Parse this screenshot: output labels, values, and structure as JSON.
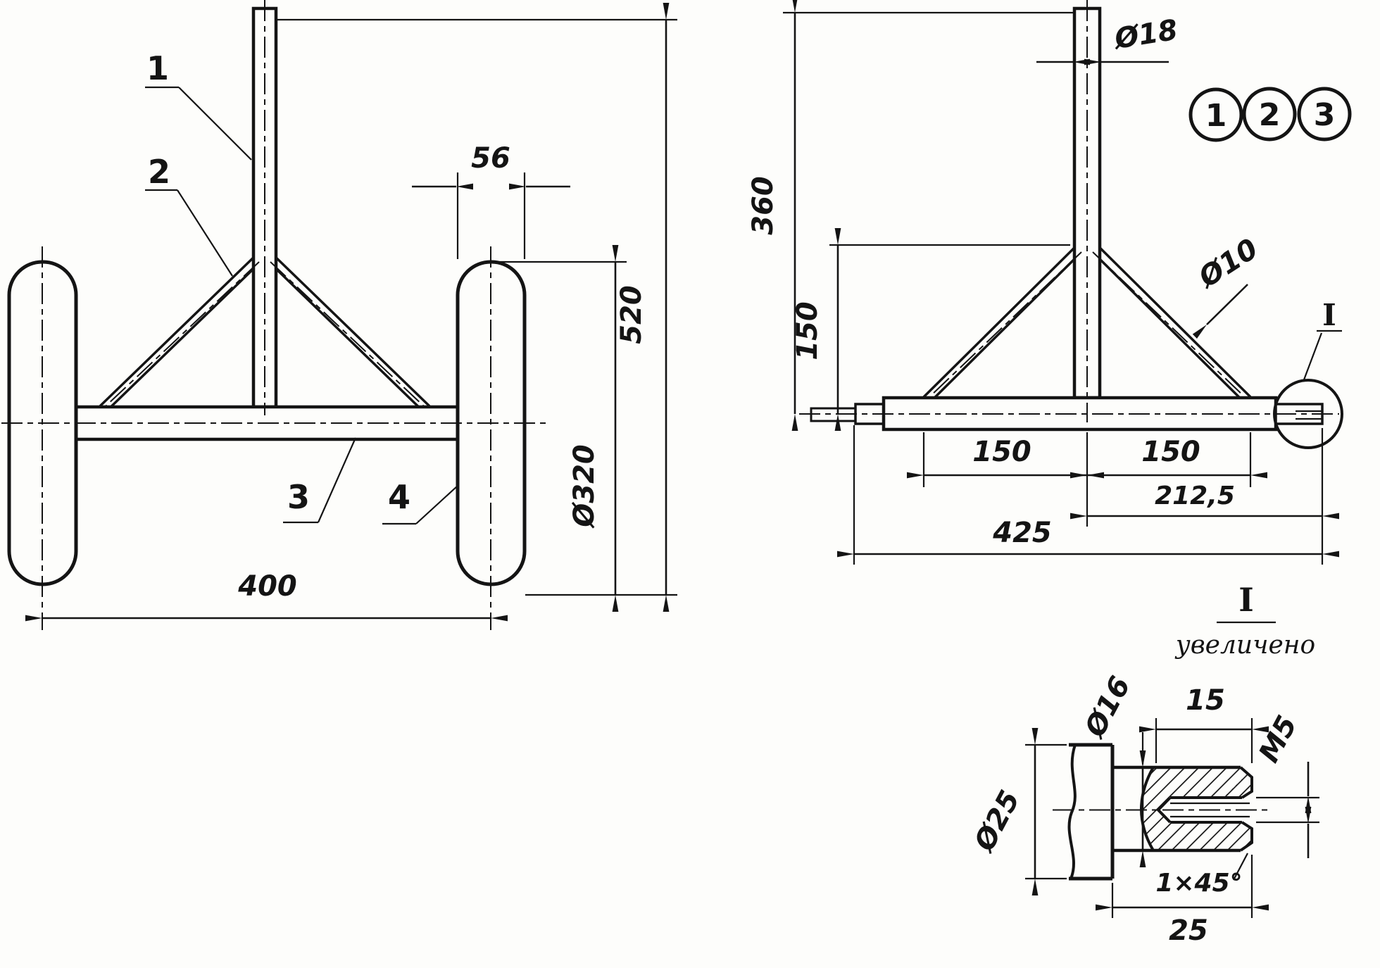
{
  "front_view": {
    "labels": {
      "post": "1",
      "brace": "2",
      "axle": "3",
      "wheel": "4"
    },
    "dims": {
      "wheel_width": "56",
      "overall_height": "520",
      "wheel_diameter": "Ø320",
      "track_width": "400"
    }
  },
  "frame_view": {
    "callouts": {
      "c1": "1",
      "c2": "2",
      "c3": "3"
    },
    "dims": {
      "post_diameter": "Ø18",
      "frame_height": "360",
      "apex_height": "150",
      "brace_diameter": "Ø10",
      "left_half_span": "150",
      "right_half_span": "150",
      "axle_right_half": "212,5",
      "axle_length": "425"
    },
    "detail_marker": "I"
  },
  "detail_view": {
    "marker": "I",
    "caption": "увеличено",
    "dims": {
      "tube_diameter": "Ø25",
      "bushing_diameter": "Ø16",
      "protruding_length": "15",
      "thread": "M5",
      "chamfer": "1×45°",
      "bushing_length": "25"
    }
  }
}
